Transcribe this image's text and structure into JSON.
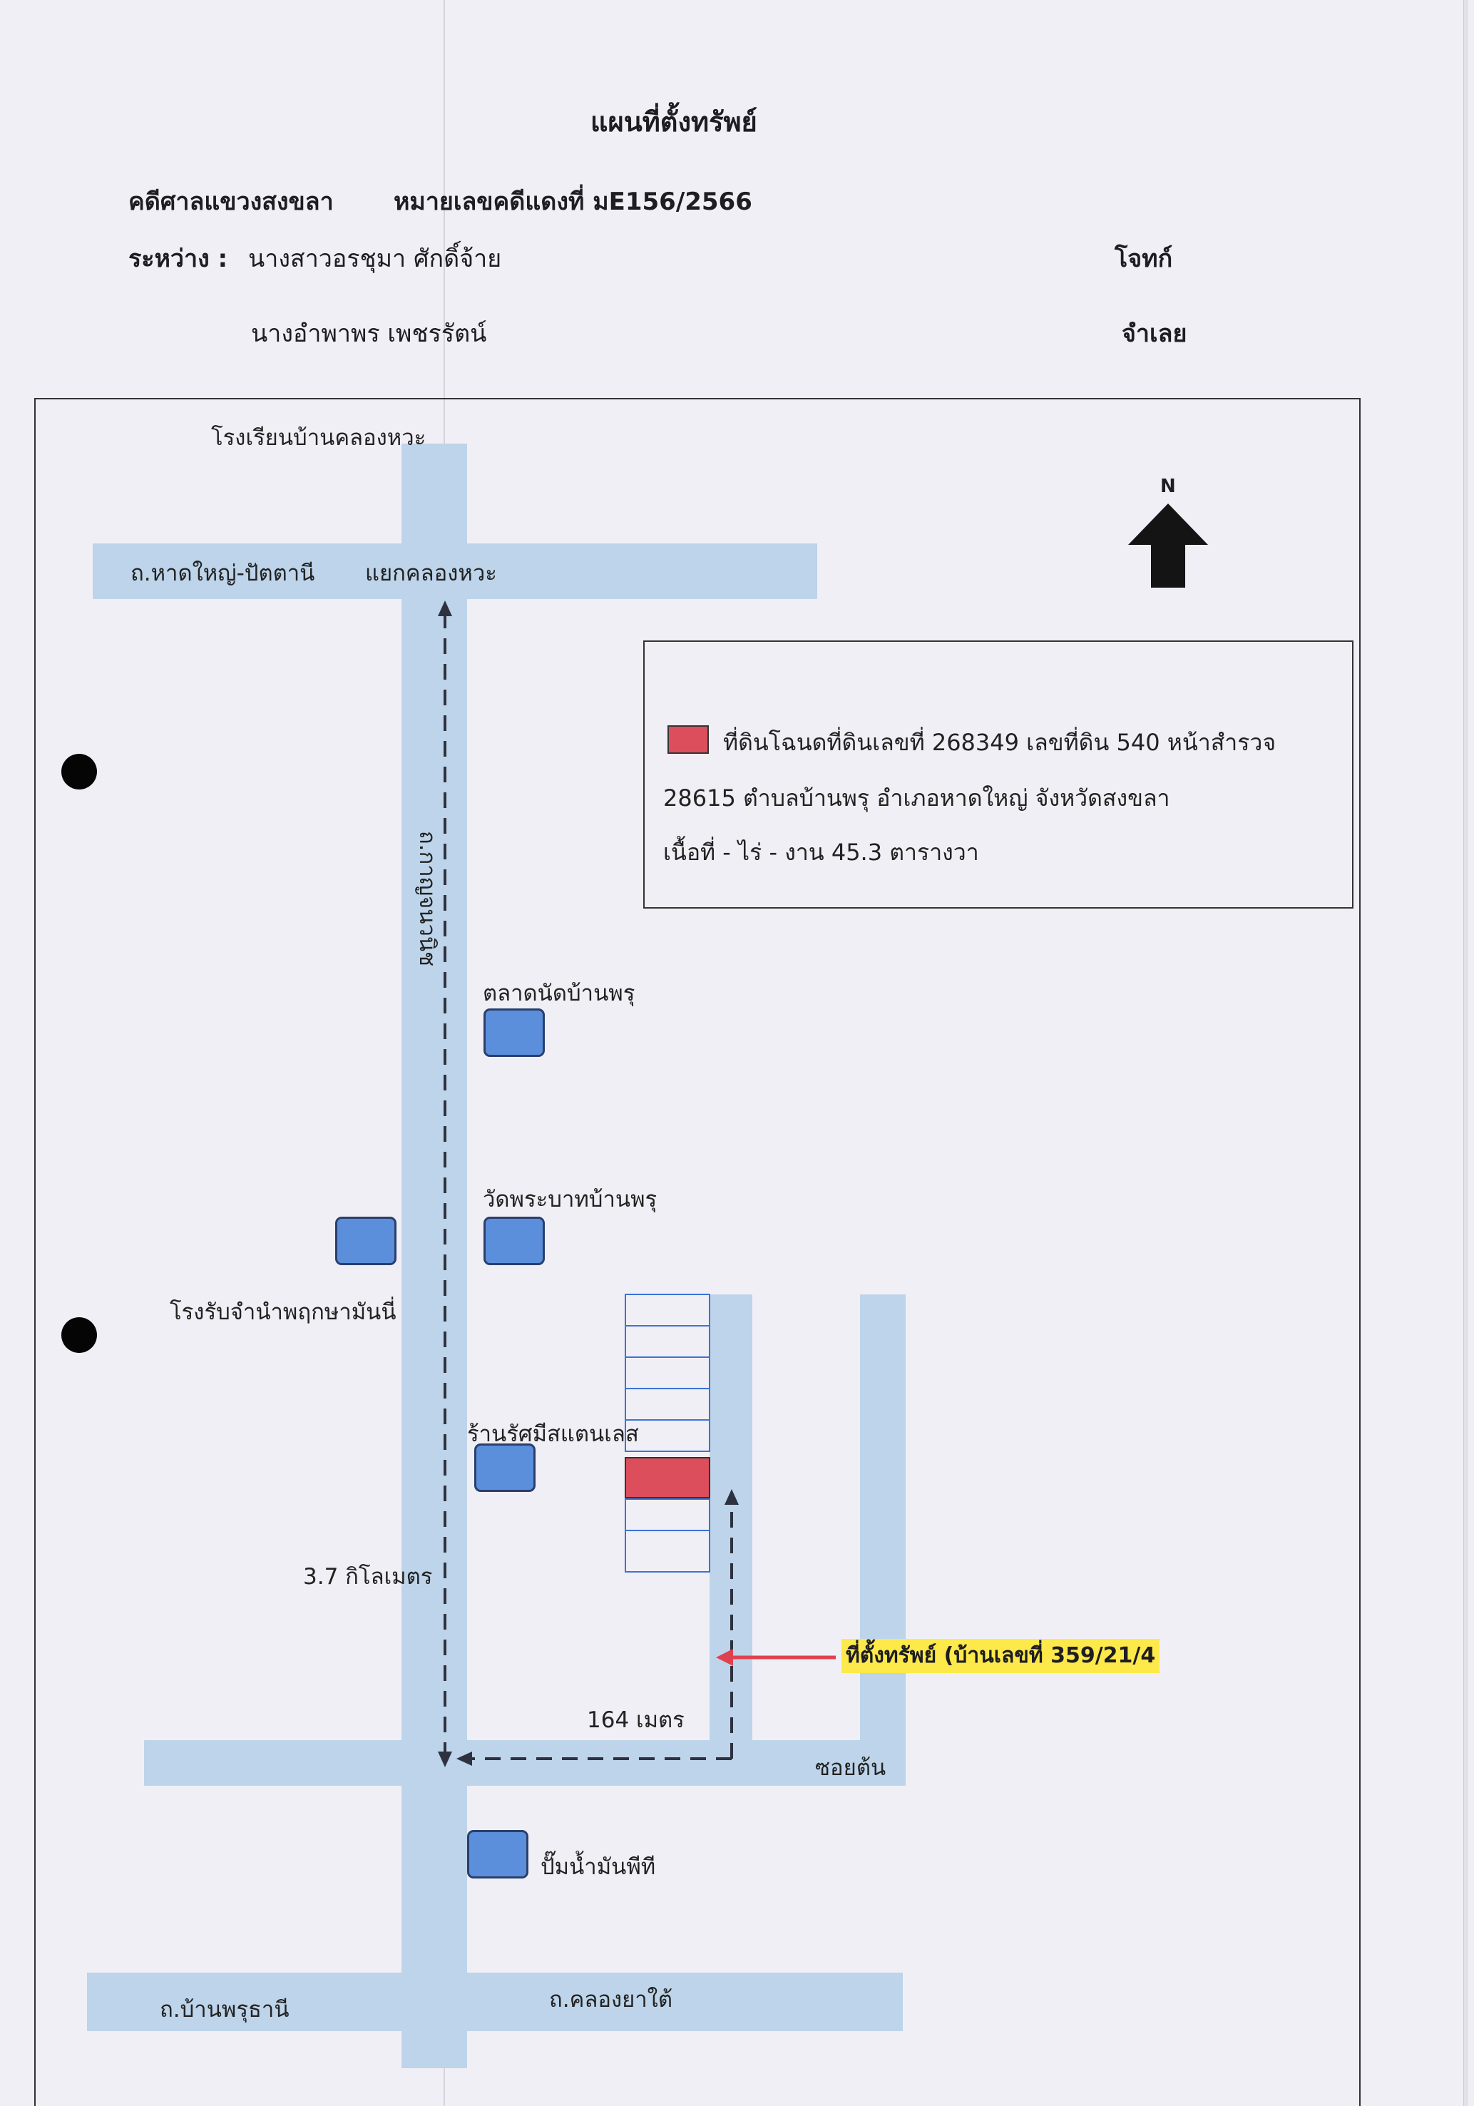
{
  "title": "แผนที่ตั้งทรัพย์",
  "case": {
    "court": "คดีศาลแขวงสงขลา",
    "red_case_number": "หมายเลขคดีแดงที่ มE156/2566",
    "between_label": "ระหว่าง  :",
    "plaintiff": "นางสาวอรชุมา ศักดิ์จ้าย",
    "plaintiff_role": "โจทก์",
    "defendant": "นางอำพาพร เพชรรัตน์",
    "defendant_role": "จำเลย"
  },
  "compass": {
    "label": "N",
    "icon": "north-arrow-icon"
  },
  "legend": {
    "line1": "ที่ดินโฉนดที่ดินเลขที่ 268349 เลขที่ดิน 540 หน้าสำรวจ",
    "line2": "28615 ตำบลบ้านพรุ อำเภอหาดใหญ่ จังหวัดสงขลา",
    "line3": "เนื้อที่ -  ไร่ - งาน 45.3 ตารางวา",
    "marker_color": "#dc4e5c"
  },
  "roads": {
    "hatyai_pattani": "ถ.หาดใหญ่-ปัตตานี",
    "khlong_wa_junction": "แยกคลองหวะ",
    "kanchanavanich": "ถ.กาญจนวนิช",
    "soi_ton": "ซอยต้น",
    "ban_phru_thani": "ถ.บ้านพรุธานี",
    "khlong_yatai": "ถ.คลองยาใต้"
  },
  "landmarks": {
    "school": "โรงเรียนบ้านคลองหวะ",
    "market": "ตลาดนัดบ้านพรุ",
    "temple": "วัดพระบาทบ้านพรุ",
    "rubber_buyer": "โรงรับจำนำพฤกษามันนี่",
    "stainless_shop": "ร้านรัศมีสแตนเลส",
    "gas_station": "ปั๊มน้ำมันพีที"
  },
  "distances": {
    "main_road": "3.7 กิโลเมตร",
    "soi": "164 เมตร"
  },
  "property_label": "ที่ตั้งทรัพย์ (บ้านเลขที่ 359/21/4",
  "colors": {
    "road": "#bdd4ea",
    "building": "#5b8fdb",
    "subject_lot": "#dc4e5c",
    "highlight": "#fde94a",
    "pointer_arrow": "#e0414f"
  }
}
